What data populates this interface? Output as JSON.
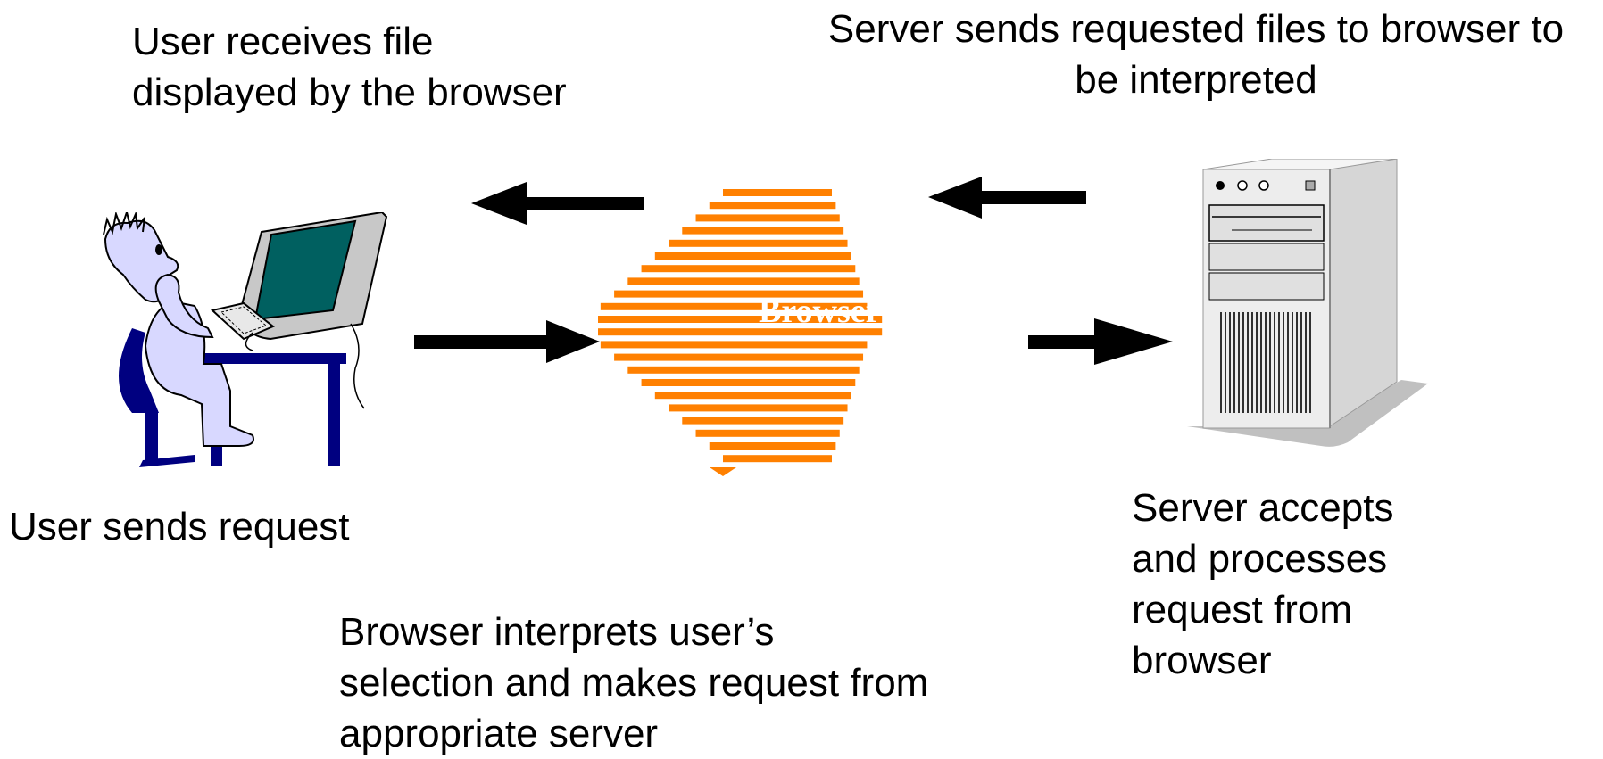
{
  "labels": {
    "user_receives": [
      "User receives file",
      "displayed by the browser"
    ],
    "server_sends": [
      "Server sends requested files to browser to",
      "be interpreted"
    ],
    "user_sends": [
      "User sends request"
    ],
    "server_accepts": [
      "Server accepts",
      "and processes",
      "request from",
      "browser"
    ],
    "browser_interprets": [
      "Browser interprets user’s",
      "selection and makes request from",
      "appropriate server"
    ]
  },
  "browser_logo": {
    "text": "Browser"
  },
  "colors": {
    "browser_orange": "#ff8000",
    "arrow": "#000000",
    "person_fill": "#d8d8ff",
    "chair_desk": "#000080",
    "monitor_screen": "#006060",
    "monitor_body": "#c8c8c8",
    "server_body": "#e0e0e0"
  },
  "icons": [
    "user-at-computer-icon",
    "browser-logo-icon",
    "server-tower-icon",
    "arrow-left-icon",
    "arrow-right-icon"
  ]
}
